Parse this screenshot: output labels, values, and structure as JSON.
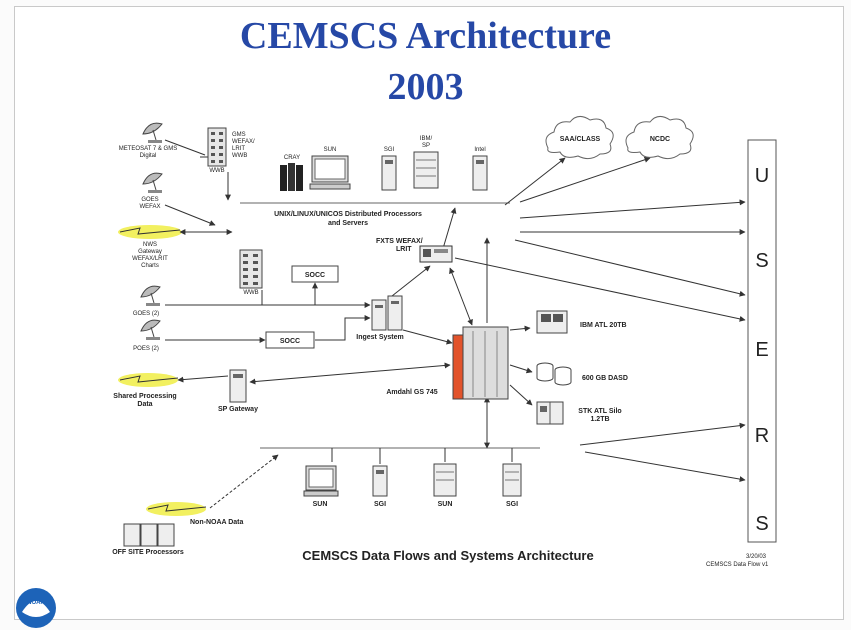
{
  "title": {
    "line1": "CEMSCS Architecture",
    "line2": "2003"
  },
  "sources": {
    "meteosat": "METEOSAT 7 & GMS",
    "meteosat2": "Digital",
    "gms": "GMS",
    "gms2": "WEFAX/",
    "gms3": "LRIT",
    "gms4": "WWB",
    "wwb_top": "WWB",
    "goes_wefax": "GOES",
    "goes_wefax2": "WEFAX",
    "nws": "NWS",
    "nws2": "Gateway",
    "nws3": "WEFAX/LRIT",
    "nws4": "Charts",
    "wwb_mid": "WWB",
    "soccs_top": "SOCC",
    "goes2": "GOES (2)",
    "poes2": "POES (2)",
    "soccs_bottom": "SOCC",
    "shared": "Shared Processing",
    "shared2": "Data",
    "offsite": "OFF SITE Processors",
    "nonnoaa": "Non-NOAA Data"
  },
  "systems": {
    "cray": "CRAY",
    "sun_top": "SUN",
    "sgi_top": "SGI",
    "ibm": "IBM/",
    "ibm2": "SP",
    "intel": "Intel",
    "unix_bus": "UNIX/LINUX/UNICOS Distributed Processors",
    "unix_bus2": "and Servers",
    "fxts": "FXTS   WEFAX/",
    "fxts2": "LRIT",
    "ingest": "Ingest System",
    "sp_gateway": "SP Gateway",
    "amdahl": "Amdahl GS 745",
    "ibm_atl": "IBM ATL 20TB",
    "dasd": "600 GB DASD",
    "stk": "STK ATL Silo",
    "stk2": "1.2TB",
    "sun_b1": "SUN",
    "sgi_b1": "SGI",
    "sun_b2": "SUN",
    "sgi_b2": "SGI"
  },
  "clouds": {
    "saa": "SAA/CLASS",
    "ncdc": "NCDC"
  },
  "users_letters": [
    "U",
    "S",
    "E",
    "R",
    "S"
  ],
  "caption": "CEMSCS Data Flows and Systems Architecture",
  "footnote": {
    "date": "3/20/03",
    "name": "CEMSCS Data Flow v1"
  },
  "logo": {
    "text": "NOAA"
  },
  "colors": {
    "title": "#2648a6",
    "highlight": "#f2f060",
    "amdahl_accent": "#e2532b",
    "logo_blue": "#1d63b8"
  }
}
